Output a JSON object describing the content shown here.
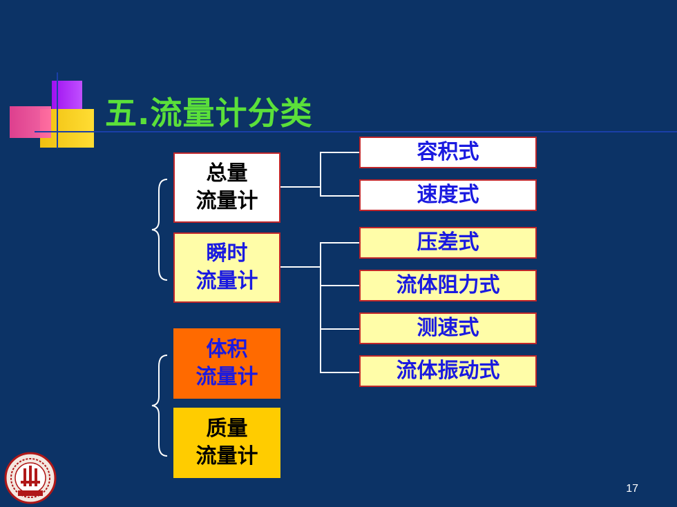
{
  "slide": {
    "title": "五.流量计分类",
    "page_number": "17"
  },
  "left_boxes": {
    "total_flow": "总量\n流量计",
    "instant_flow": "瞬时\n流量计",
    "volume_flow": "体积\n流量计",
    "mass_flow": "质量\n流量计"
  },
  "right_boxes": {
    "volumetric": "容积式",
    "velocity": "速度式",
    "differential_pressure": "压差式",
    "fluid_resistance": "流体阻力式",
    "velocity_measuring": "测速式",
    "fluid_vibration": "流体振动式"
  },
  "colors": {
    "background": "#0c3366",
    "title": "#5be03a",
    "blue_text": "#1a1ae0",
    "cream": "#fffda8",
    "orange": "#ff6a00",
    "gold": "#ffcc00"
  },
  "icons": [
    "university-seal-icon"
  ]
}
